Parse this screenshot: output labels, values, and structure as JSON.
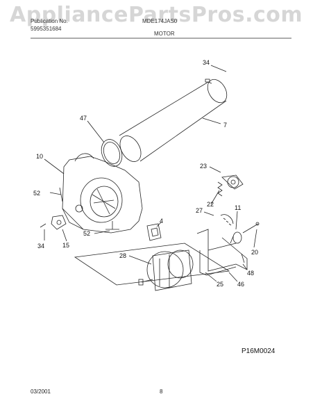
{
  "watermark": "AppliancePartsPros.com",
  "header": {
    "publication_label": "Publication No.",
    "publication_no": "5995351684",
    "model": "MDE174JAS0",
    "section_title": "MOTOR"
  },
  "callouts": {
    "c34_top": "34",
    "c7": "7",
    "c47": "47",
    "c10": "10",
    "c23": "23",
    "c22": "22",
    "c52_left": "52",
    "c27": "27",
    "c11": "11",
    "c4": "4",
    "c52_bottom": "52",
    "c34_left": "34",
    "c15": "15",
    "c20": "20",
    "c28": "28",
    "c48": "48",
    "c25": "25",
    "c46": "46"
  },
  "figure_code": "P16M0024",
  "footer": {
    "date": "03/2001",
    "page": "8"
  }
}
